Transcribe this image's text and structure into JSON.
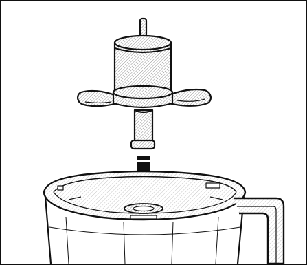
{
  "figure": {
    "description_visible_text": "",
    "colors": {
      "ink": "#111111",
      "paper": "#ffffff",
      "hatch": "#9a9a9a",
      "arrow": "#111111"
    },
    "parts": [
      {
        "id": "blade-assembly",
        "icon": "chopping-blade"
      },
      {
        "id": "direction-arrow",
        "icon": "arrow-down"
      },
      {
        "id": "processor-bowl",
        "icon": "bowl"
      }
    ]
  }
}
